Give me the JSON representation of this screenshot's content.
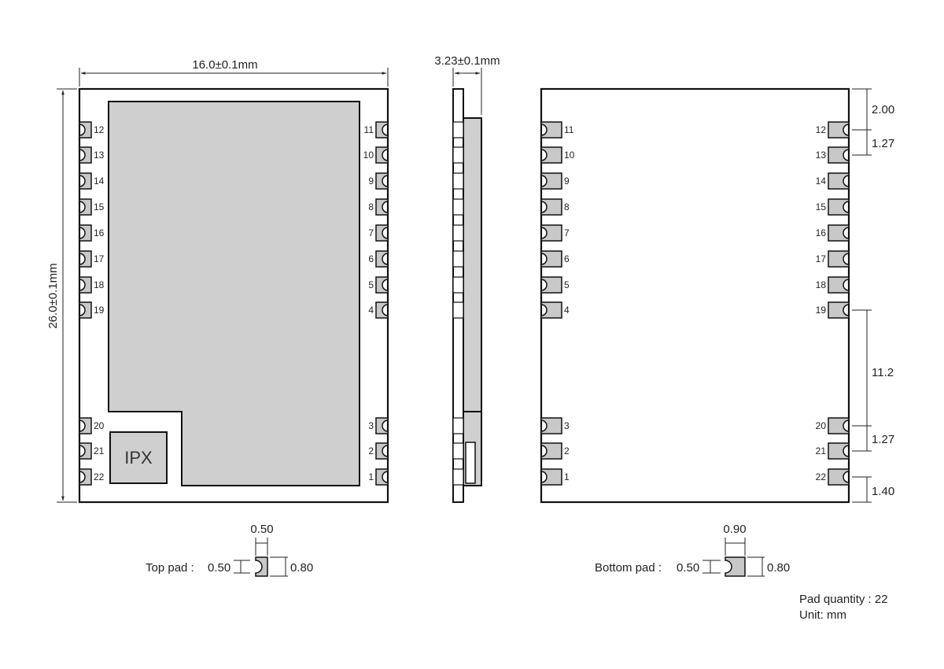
{
  "top_view": {
    "width_dim": "16.0±0.1mm",
    "height_dim": "26.0±0.1mm",
    "ipx_label": "IPX",
    "left_pins_upper": [
      "12",
      "13",
      "14",
      "15",
      "16",
      "17",
      "18",
      "19"
    ],
    "right_pins_upper": [
      "11",
      "10",
      "9",
      "8",
      "7",
      "6",
      "5",
      "4"
    ],
    "left_pins_lower": [
      "20",
      "21",
      "22"
    ],
    "right_pins_lower": [
      "3",
      "2",
      "1"
    ]
  },
  "side_view": {
    "thickness_dim": "3.23±0.1mm"
  },
  "bottom_view": {
    "left_pins_upper": [
      "11",
      "10",
      "9",
      "8",
      "7",
      "6",
      "5",
      "4"
    ],
    "right_pins_upper": [
      "12",
      "13",
      "14",
      "15",
      "16",
      "17",
      "18",
      "19"
    ],
    "left_pins_lower": [
      "3",
      "2",
      "1"
    ],
    "right_pins_lower": [
      "20",
      "21",
      "22"
    ],
    "dim_top_offset": "2.00",
    "dim_pitch_upper": "1.27",
    "dim_gap": "11.2",
    "dim_pitch_lower": "1.27",
    "dim_bottom_offset": "1.40"
  },
  "top_pad": {
    "label": "Top pad :",
    "width": "0.50",
    "depth": "0.50",
    "height": "0.80"
  },
  "bottom_pad": {
    "label": "Bottom pad :",
    "width": "0.90",
    "depth": "0.50",
    "height": "0.80"
  },
  "notes": {
    "pad_quantity": "Pad quantity : 22",
    "unit": "Unit:   mm"
  },
  "colors": {
    "pad_fill": "#c8c8c8",
    "shield_fill": "#cfcfcf",
    "outline": "#111111"
  }
}
